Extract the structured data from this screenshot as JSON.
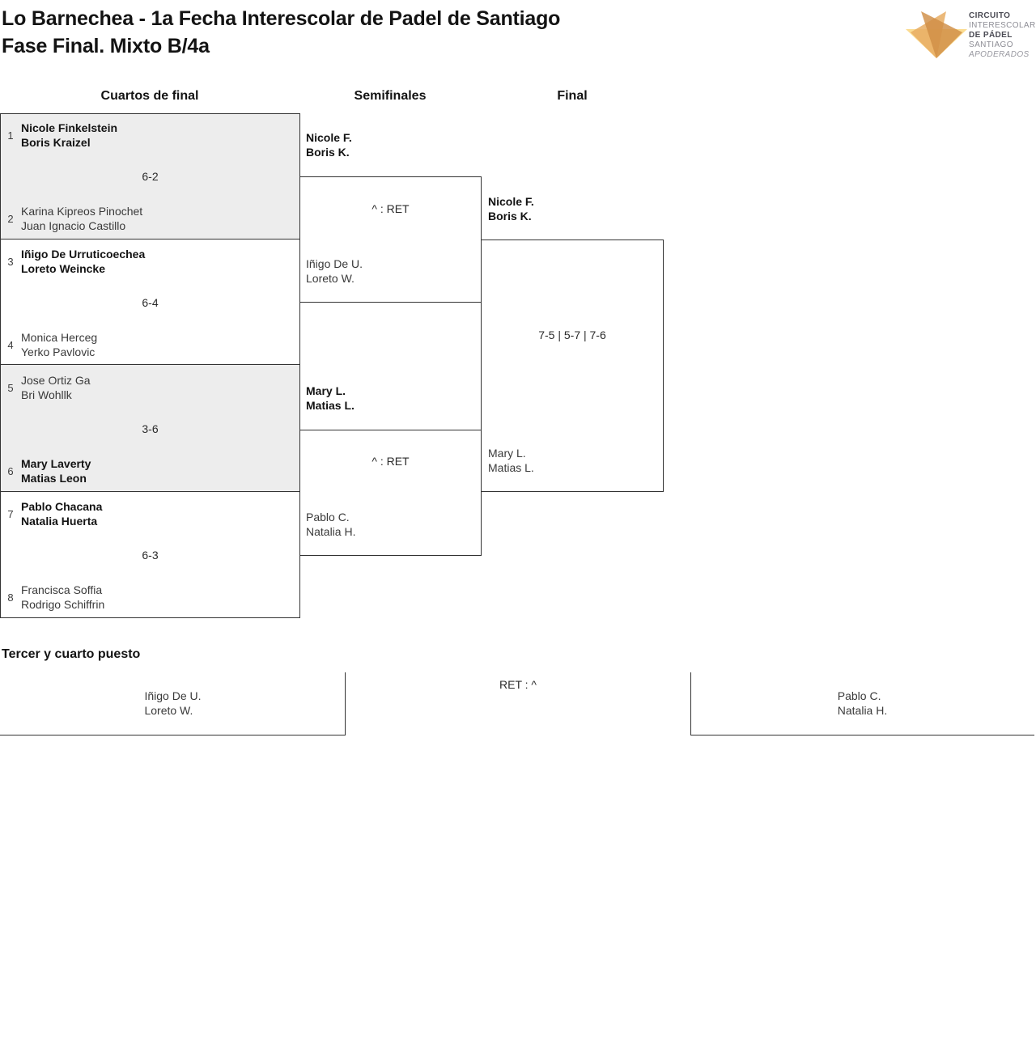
{
  "header": {
    "title_line1": "Lo Barnechea - 1a Fecha Interescolar de Padel de Santiago",
    "title_line2": "Fase Final. Mixto B/4a"
  },
  "logo": {
    "lines": [
      "CIRCUITO",
      "INTERESCOLAR",
      "DE PÁDEL",
      "SANTIAGO",
      "APODERADOS"
    ],
    "colors": {
      "dark_orange": "#cf8d46",
      "mid_orange": "#e8ad63",
      "light_yellow": "#fbdc92"
    }
  },
  "round_headers": {
    "quarterfinals": "Cuartos de final",
    "semifinals": "Semifinales",
    "final": "Final"
  },
  "quarterfinals": [
    {
      "seed_top": "1",
      "top": [
        "Nicole Finkelstein",
        "Boris Kraizel"
      ],
      "score": "6-2",
      "seed_bottom": "2",
      "bottom": [
        "Karina Kipreos Pinochet",
        "Juan Ignacio Castillo"
      ]
    },
    {
      "seed_top": "3",
      "top": [
        "Iñigo De Urruticoechea",
        "Loreto Weincke"
      ],
      "score": "6-4",
      "seed_bottom": "4",
      "bottom": [
        "Monica Herceg",
        "Yerko Pavlovic"
      ]
    },
    {
      "seed_top": "5",
      "top": [
        "Jose Ortiz Ga",
        "Bri Wohllk"
      ],
      "score": "3-6",
      "seed_bottom": "6",
      "bottom": [
        "Mary Laverty",
        "Matias Leon"
      ]
    },
    {
      "seed_top": "7",
      "top": [
        "Pablo Chacana",
        "Natalia Huerta"
      ],
      "score": "6-3",
      "seed_bottom": "8",
      "bottom": [
        "Francisca Soffia",
        "Rodrigo Schiffrin"
      ]
    }
  ],
  "semifinals": [
    {
      "winner": [
        "Nicole F.",
        "Boris K."
      ],
      "score": "^ : RET",
      "loser": [
        "Iñigo De U.",
        "Loreto W."
      ]
    },
    {
      "winner": [
        "Mary L.",
        "Matias L."
      ],
      "score": "^ : RET",
      "loser": [
        "Pablo C.",
        "Natalia H."
      ]
    }
  ],
  "final": {
    "winner": [
      "Nicole F.",
      "Boris K."
    ],
    "score": "7-5 | 5-7 | 7-6",
    "loser": [
      "Mary L.",
      "Matias L."
    ]
  },
  "third_place": {
    "heading": "Tercer y cuarto puesto",
    "score": "RET : ^",
    "left_team": [
      "Iñigo De U.",
      "Loreto W."
    ],
    "right_team": [
      "Pablo C.",
      "Natalia H."
    ]
  },
  "colors": {
    "box_fill_gray": "#ededed",
    "border": "#333333",
    "text_dark": "#131313",
    "text_regular": "#3a3a3a"
  }
}
